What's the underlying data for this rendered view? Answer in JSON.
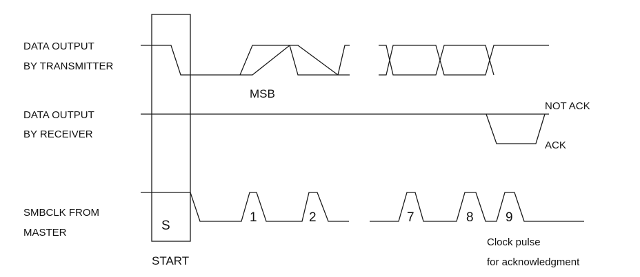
{
  "signals": {
    "transmitter": {
      "line1": "DATA OUTPUT",
      "line2": "BY TRANSMITTER"
    },
    "receiver": {
      "line1": "DATA OUTPUT",
      "line2": "BY RECEIVER"
    },
    "clock": {
      "line1": "SMBCLK FROM",
      "line2": "MASTER"
    }
  },
  "annotations": {
    "msb": "MSB",
    "not_ack": "NOT ACK",
    "ack": "ACK",
    "start_symbol": "S",
    "start": "START",
    "clock_note_line1": "Clock pulse",
    "clock_note_line2": "for acknowledgment"
  },
  "clock_pulses": [
    "1",
    "2",
    "7",
    "8",
    "9"
  ],
  "colors": {
    "line": "#1a1a1a",
    "text": "#111111",
    "background": "#ffffff"
  }
}
